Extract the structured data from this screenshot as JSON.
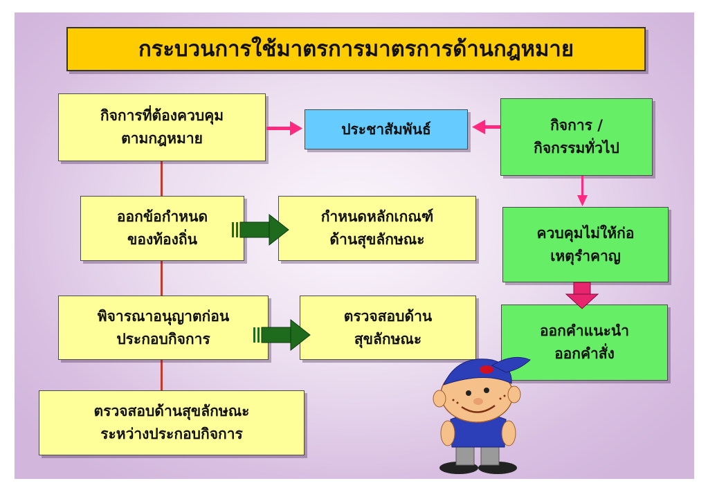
{
  "title": "กระบวนการใช้มาตรการมาตรการด้านกฎหมาย",
  "boxes": {
    "controlled_business": [
      "กิจการที่ต้องควบคุม",
      "ตามกฎหมาย"
    ],
    "public_relations": [
      "ประชาสัมพันธ์"
    ],
    "general_business": [
      "กิจการ /",
      "กิจกรรมทั่วไป"
    ],
    "local_regulation": [
      "ออกข้อกำหนด",
      "ของท้องถิ่น"
    ],
    "hygiene_criteria": [
      "กำหนดหลักเกณฑ์",
      "ด้านสุขลักษณะ"
    ],
    "prevent_nuisance": [
      "ควบคุมไม่ให้ก่อ",
      "เหตุรำคาญ"
    ],
    "license_review": [
      "พิจารณาอนุญาตก่อน",
      "ประกอบกิจการ"
    ],
    "hygiene_inspection": [
      "ตรวจสอบด้าน",
      "สุขลักษณะ"
    ],
    "advice_order": [
      "ออกคำแนะนำ",
      "ออกคำสั่ง"
    ],
    "ongoing_inspection": [
      "ตรวจสอบด้านสุขลักษณะ",
      "ระหว่างประกอบกิจการ"
    ]
  },
  "colors": {
    "title_bg": "#ffcc00",
    "yellow_box": "#ffff99",
    "green_box": "#66ee66",
    "blue_box": "#66ccff",
    "pink_arrow": "#ff2a80",
    "dark_green_arrow": "#1e6b1e",
    "connector": "#c0392b"
  }
}
